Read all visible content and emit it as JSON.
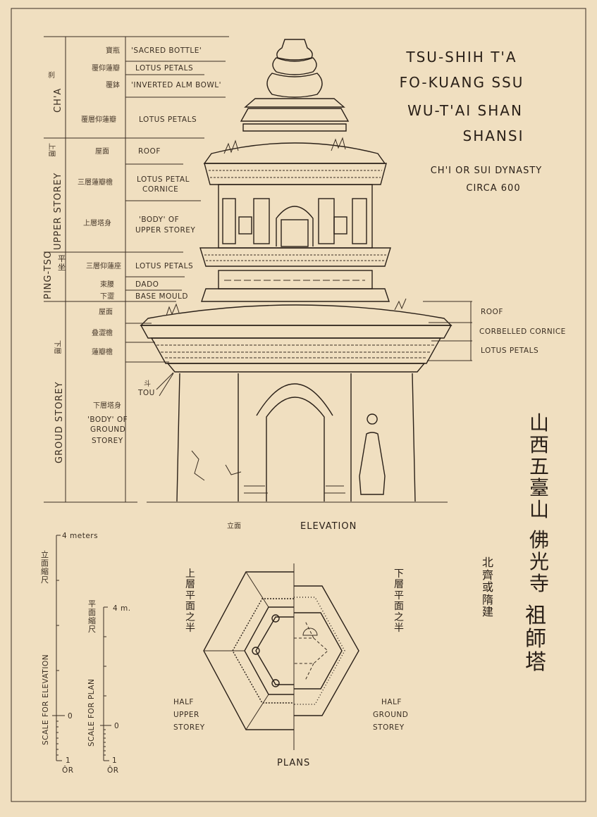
{
  "title": {
    "line1": "TSU-SHIH T'A",
    "line2": "FO-KUANG SSU",
    "line3": "WU-T'AI SHAN",
    "line4": "SHANSI",
    "dynasty": "CH'I OR SUI DYNASTY",
    "date": "CIRCA 600"
  },
  "chinese_title": {
    "col1": "山西五臺山",
    "col2": "佛光寺",
    "col3": "祖師塔",
    "side": "北齊或隋建"
  },
  "groups": [
    {
      "zh": "刹",
      "en": "CH'A"
    },
    {
      "zh": "上層",
      "en": "UPPER STOREY"
    },
    {
      "zh": "平坐",
      "en": "PING-TSO"
    },
    {
      "zh": "下層",
      "en": "GROUD STOREY"
    }
  ],
  "rows": [
    {
      "zh": "寶瓶",
      "en": [
        "'SACRED BOTTLE'"
      ]
    },
    {
      "zh": "覆仰蓮瓣",
      "en": [
        "LOTUS PETALS"
      ]
    },
    {
      "zh": "覆鉢",
      "en": [
        "'INVERTED ALM BOWL'"
      ]
    },
    {
      "zh": "覆層仰蓮瓣",
      "en": [
        "LOTUS PETALS"
      ]
    },
    {
      "zh": "屋面",
      "en": [
        "ROOF"
      ]
    },
    {
      "zh": "三層蓮瓣檐",
      "en": [
        "LOTUS PETAL",
        "CORNICE"
      ]
    },
    {
      "zh": "上層塔身",
      "en": [
        "'BODY' OF",
        "UPPER STOREY"
      ]
    },
    {
      "zh": "三層仰蓮座",
      "en": [
        "LOTUS PETALS"
      ]
    },
    {
      "zh": "束腰",
      "en": [
        "DADO"
      ]
    },
    {
      "zh": "下澀",
      "en": [
        "BASE MOULD"
      ]
    },
    {
      "zh": "屋面",
      "en": []
    },
    {
      "zh": "叠澀檐",
      "en": []
    },
    {
      "zh": "蓮瓣檐",
      "en": []
    },
    {
      "zh": "下層塔身",
      "en": [
        "'BODY' OF",
        "GROUND",
        "STOREY"
      ]
    }
  ],
  "right_labels": [
    "ROOF",
    "CORBELLED CORNICE",
    "LOTUS PETALS"
  ],
  "tou": {
    "zh": "斗",
    "en": "TOU"
  },
  "elevation": {
    "zh": "立面",
    "en": "ELEVATION"
  },
  "plans": {
    "label": "PLANS",
    "left_zh": "上層平面之半",
    "left_en": [
      "HALF",
      "UPPER",
      "STOREY"
    ],
    "right_zh": "下層平面之半",
    "right_en": [
      "HALF",
      "GROUND",
      "STOREY"
    ]
  },
  "scales": {
    "elevation": {
      "zh": "立面縮尺",
      "en": "SCALE FOR ELEVATION",
      "top": "4 meters",
      "zero": "0",
      "one": "1",
      "unit": "ÔR"
    },
    "plan": {
      "zh": "平面縮尺",
      "en": "SCALE FOR PLAN",
      "top": "4 m.",
      "zero": "0",
      "one": "1",
      "unit": "ÔR"
    }
  }
}
